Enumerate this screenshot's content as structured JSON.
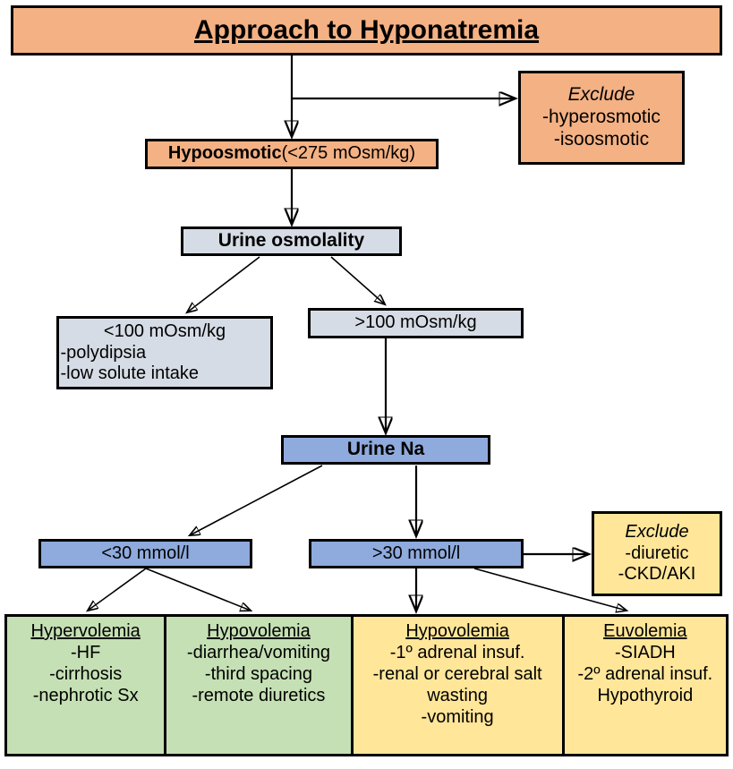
{
  "title": {
    "text": "Approach to Hyponatremia"
  },
  "colors": {
    "orange": "#f4b183",
    "blue_gray": "#d6dce5",
    "blue": "#8faadc",
    "yellow": "#ffe699",
    "green": "#c5e0b4",
    "stroke": "#000000",
    "background": "#ffffff"
  },
  "nodes": {
    "exclude_osmolality": {
      "header": "Exclude",
      "items": [
        "-hyperosmotic",
        "-isoosmotic"
      ]
    },
    "hypoosmotic": {
      "label_bold": "Hypoosmotic",
      "label_rest": " (<275 mOsm/kg)"
    },
    "urine_osmolality": {
      "label": "Urine osmolality"
    },
    "low_osmolality": {
      "header": "<100 mOsm/kg",
      "items": [
        "-polydipsia",
        "-low solute intake"
      ]
    },
    "high_osmolality": {
      "label": ">100 mOsm/kg"
    },
    "urine_na": {
      "label": "Urine Na"
    },
    "low_na": {
      "label": "<30 mmol/l"
    },
    "high_na": {
      "label": ">30 mmol/l"
    },
    "exclude_na": {
      "header": "Exclude",
      "items": [
        "-diuretic",
        "-CKD/AKI"
      ]
    }
  },
  "outcomes": [
    {
      "header": "Hypervolemia",
      "items": [
        "-HF",
        "-cirrhosis",
        "-nephrotic Sx"
      ],
      "color": "green"
    },
    {
      "header": "Hypovolemia",
      "items": [
        "-diarrhea/vomiting",
        "-third spacing",
        "-remote diuretics"
      ],
      "color": "green"
    },
    {
      "header": "Hypovolemia",
      "items": [
        "-1º adrenal insuf.",
        "-renal or cerebral salt",
        "wasting",
        "-vomiting"
      ],
      "color": "yellow"
    },
    {
      "header": "Euvolemia",
      "items": [
        "-SIADH",
        "-2º adrenal insuf.",
        "Hypothyroid"
      ],
      "color": "yellow"
    }
  ]
}
